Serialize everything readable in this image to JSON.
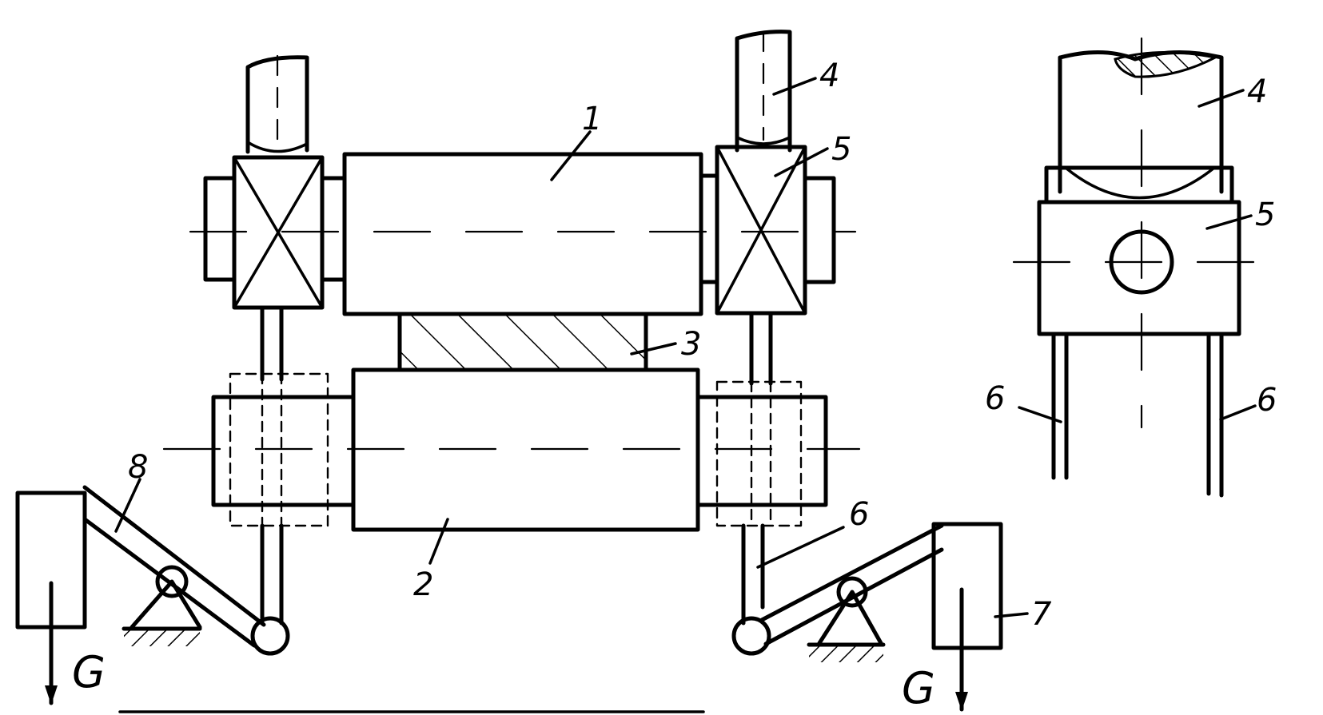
{
  "labels": {
    "roll_upper": "1",
    "roll_lower": "2",
    "workpiece": "3",
    "spindle": "4",
    "bearing_chock": "5",
    "rod": "6",
    "counterweight": "7",
    "lever": "8",
    "weight_force": "G"
  },
  "colors": {
    "ink": "#000000",
    "paper": "#ffffff"
  }
}
